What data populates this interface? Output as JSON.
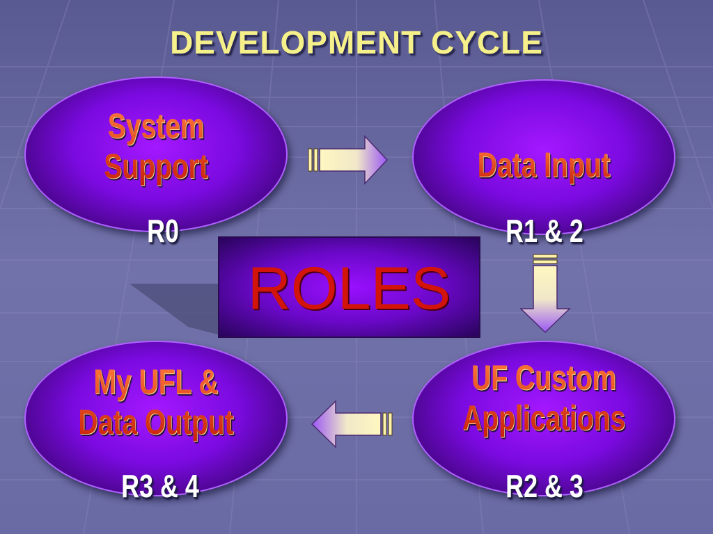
{
  "title": "DEVELOPMENT CYCLE",
  "center": {
    "label": "ROLES"
  },
  "nodes": [
    {
      "lines": [
        "System",
        "Support"
      ],
      "code": "R0"
    },
    {
      "lines": [
        "Data Input"
      ],
      "code": "R1 & 2"
    },
    {
      "lines": [
        "UF Custom",
        "Applications"
      ],
      "code": "R2 & 3"
    },
    {
      "lines": [
        "My UFL &",
        "Data Output"
      ],
      "code": "R3 & 4"
    }
  ],
  "colors": {
    "title": "#f6f08a",
    "ellipse": "#8a0cf0",
    "label": "#e04a1c",
    "roles_text": "#d2140a",
    "background": "#6e6ea6",
    "arrow_light": "#fff6b8",
    "arrow_purple": "#a060f8"
  }
}
